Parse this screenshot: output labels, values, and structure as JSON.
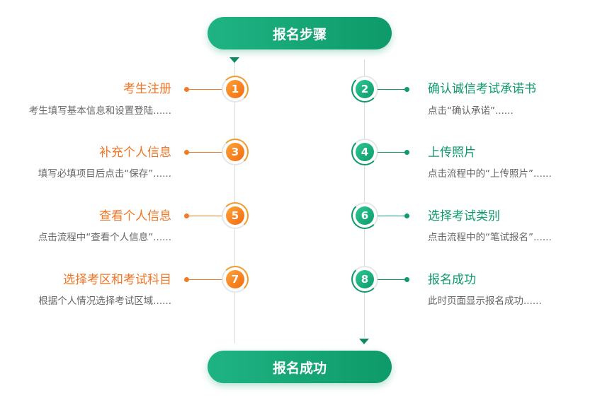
{
  "header": {
    "title": "报名步骤"
  },
  "footer": {
    "title": "报名成功"
  },
  "steps": [
    {
      "number": "1",
      "title": "考生注册",
      "desc": "考生填写基本信息和设置登陆......"
    },
    {
      "number": "2",
      "title": "确认诚信考试承诺书",
      "desc": "点击“确认承诺”......"
    },
    {
      "number": "3",
      "title": "补充个人信息",
      "desc": "填写必填项目后点击“保存”......"
    },
    {
      "number": "4",
      "title": "上传照片",
      "desc": "点击流程中的“上传照片”......"
    },
    {
      "number": "5",
      "title": "查看个人信息",
      "desc": "点击流程中“查看个人信息”......"
    },
    {
      "number": "6",
      "title": "选择考试类别",
      "desc": "点击流程中的“笔试报名”......"
    },
    {
      "number": "7",
      "title": "选择考区和考试科目",
      "desc": "根据个人情况选择考试区域......"
    },
    {
      "number": "8",
      "title": "报名成功",
      "desc": "此时页面显示报名成功......"
    }
  ],
  "colors": {
    "orange": "#f07524",
    "green": "#0e9a69"
  }
}
